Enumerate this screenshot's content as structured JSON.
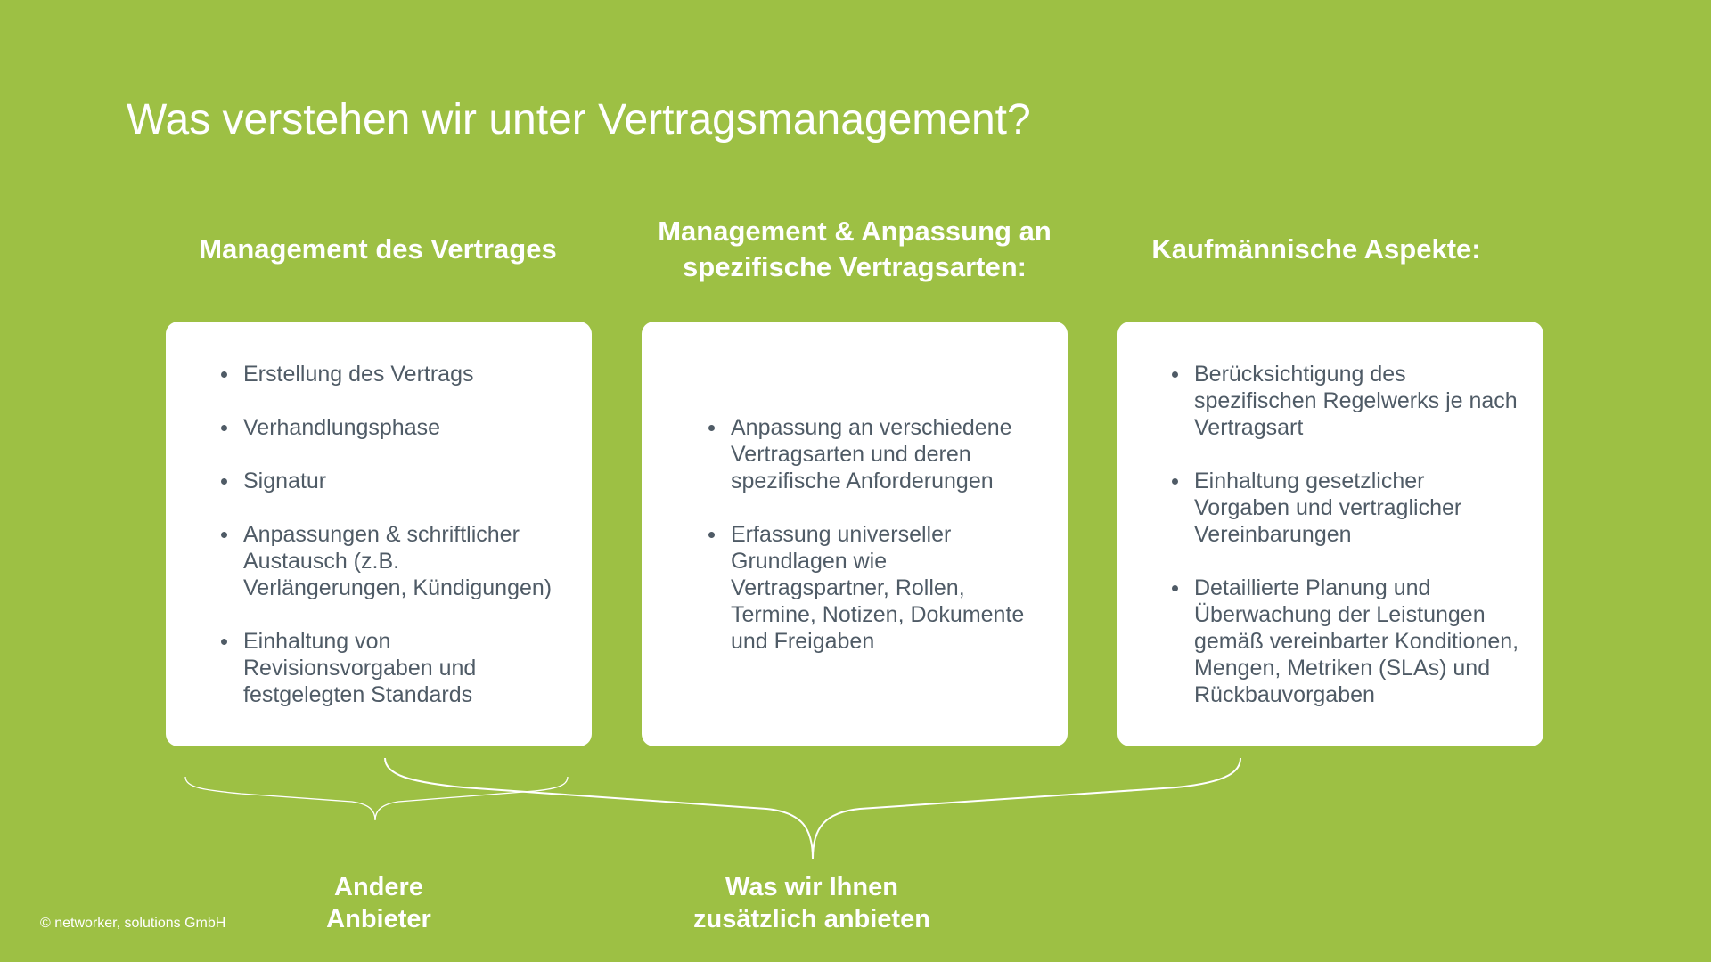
{
  "title": "Was verstehen wir unter Vertragsmanagement?",
  "columns": [
    {
      "heading": "Management des Vertrages",
      "items": [
        "Erstellung des Vertrags",
        "Verhandlungsphase",
        "Signatur",
        "Anpassungen & schriftlicher Austausch (z.B. Verlängerungen, Kündigungen)",
        "Einhaltung von Revisionsvorgaben und festgelegten Standards"
      ]
    },
    {
      "heading": "Management & Anpassung an spezifische Vertragsarten:",
      "items": [
        "Anpassung an verschiedene Vertragsarten und deren spezifische Anforderungen",
        "Erfassung universeller Grundlagen wie Vertragspartner, Rollen, Termine, Notizen, Dokumente und Freigaben"
      ]
    },
    {
      "heading": "Kaufmännische Aspekte:",
      "items": [
        "Berücksichtigung des spezifischen Regelwerks je nach Vertragsart",
        "Einhaltung gesetzlicher Vorgaben und vertraglicher Vereinbarungen",
        "Detaillierte Planung und Überwachung der Leistungen gemäß vereinbarter Konditionen, Mengen, Metriken (SLAs) und Rückbauvorgaben"
      ]
    }
  ],
  "labels": {
    "other": "Andere Anbieter",
    "ours": "Was wir Ihnen zusätzlich anbieten"
  },
  "copyright": "© networker, solutions GmbH",
  "colors": {
    "background": "#9dc044",
    "text": "#4f5b66"
  }
}
